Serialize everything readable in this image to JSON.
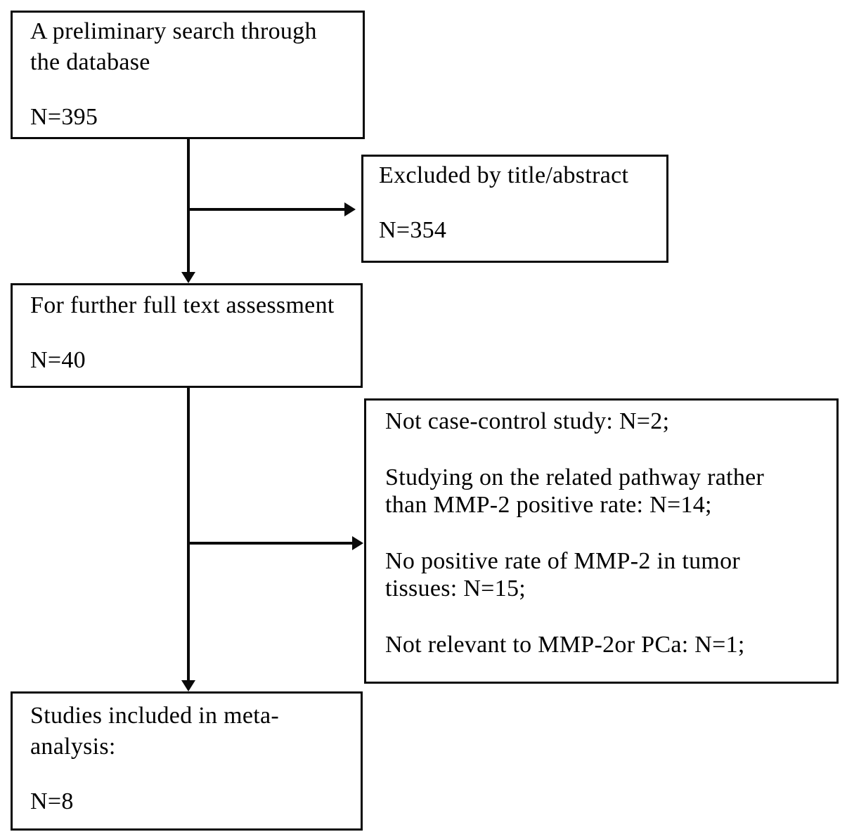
{
  "flowchart": {
    "boxes": {
      "preliminary_search": {
        "label": "A preliminary search through\nthe database",
        "count": "N=395"
      },
      "excluded_title_abstract": {
        "label": "Excluded by title/abstract",
        "count": "N=354"
      },
      "full_text_assessment": {
        "label": "For further full text assessment",
        "count": "N=40"
      },
      "exclusion_reasons": {
        "items": [
          "Not case-control study: N=2;",
          "Studying on the related pathway rather\nthan MMP-2 positive rate: N=14;",
          "No positive rate of MMP-2 in tumor\ntissues: N=15;",
          "Not relevant to MMP-2or PCa: N=1;"
        ]
      },
      "included_meta_analysis": {
        "label": "Studies included in meta-\nanalysis:",
        "count": "N=8"
      }
    },
    "colors": {
      "line": "#0a0a0a",
      "background": "#ffffff",
      "text": "#000000"
    }
  }
}
